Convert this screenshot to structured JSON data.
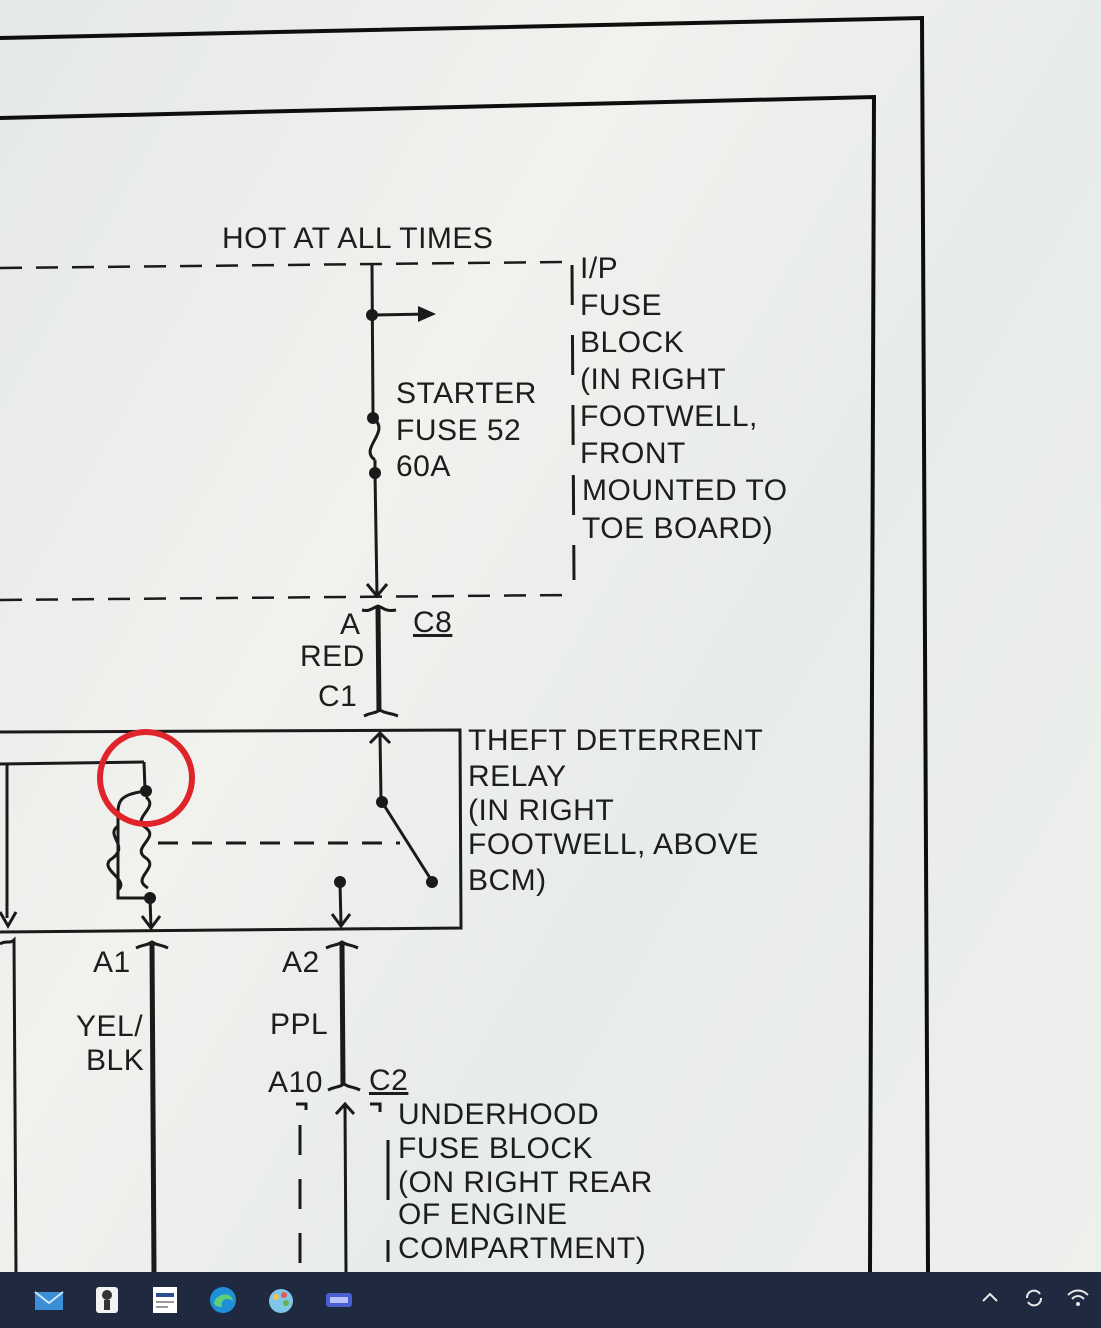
{
  "diagram": {
    "top_label": "HOT AT ALL TIMES",
    "fuse_block_label": [
      "I/P",
      "FUSE",
      "BLOCK",
      "(IN RIGHT",
      "FOOTWELL,",
      "FRONT",
      "MOUNTED TO",
      "TOE BOARD)"
    ],
    "fuse_label": [
      "STARTER",
      "FUSE 52",
      "60A"
    ],
    "connector_a": "A",
    "connector_c8": "C8",
    "wire_red": "RED",
    "connector_c1": "C1",
    "relay_label": [
      "THEFT DETERRENT",
      "RELAY",
      "(IN RIGHT",
      "FOOTWELL, ABOVE",
      "BCM)"
    ],
    "pin_a1": "A1",
    "pin_a2": "A2",
    "wire_yel_blk": [
      "YEL/",
      "BLK"
    ],
    "wire_ppl": "PPL",
    "connector_a10": "A10",
    "connector_c2": "C2",
    "underhood_label": [
      "UNDERHOOD",
      "FUSE BLOCK",
      "(ON RIGHT REAR",
      "OF ENGINE",
      "COMPARTMENT)"
    ],
    "highlight_color": "#e0242c"
  },
  "taskbar": {
    "background": "#1f2a40",
    "icons": [
      "mail-icon",
      "tool-app-icon",
      "document-app-icon",
      "edge-browser-icon",
      "paint-app-icon",
      "device-app-icon"
    ],
    "tray_icons": [
      "chevron-up-icon",
      "sync-icon",
      "wifi-icon"
    ]
  }
}
